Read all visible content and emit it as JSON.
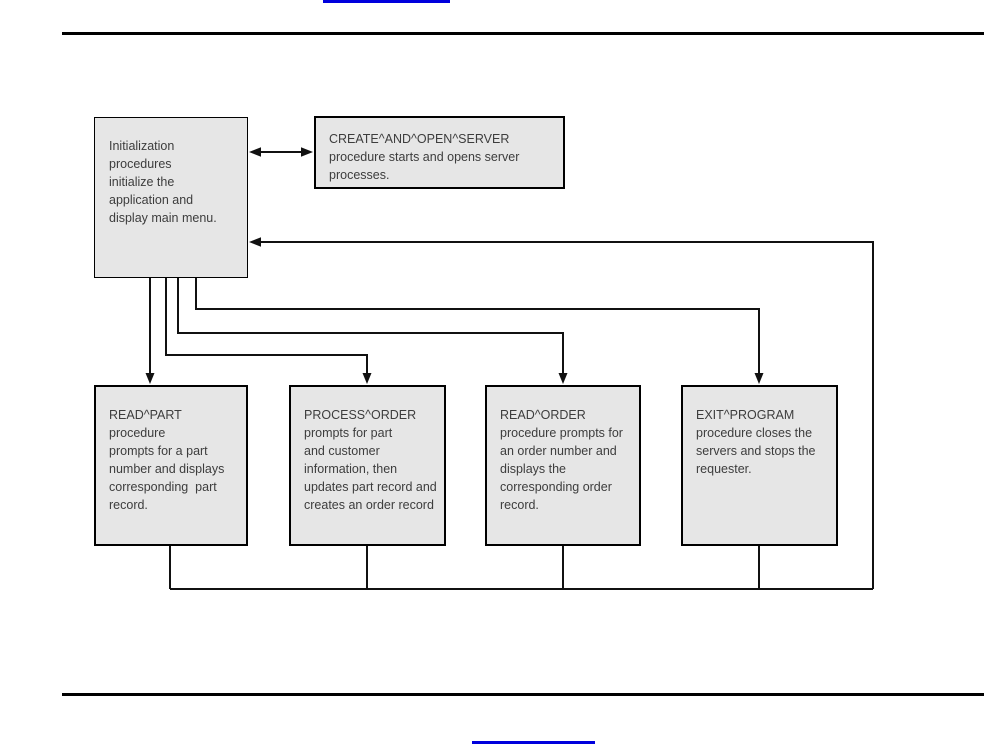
{
  "figure": {
    "description_boxes": {
      "initialization": "Initialization\nprocedures\ninitialize the\napplication and\ndisplay main menu.",
      "create_and_open_server": "CREATE^AND^OPEN^SERVER\nprocedure starts and opens server\nprocesses.",
      "read_part": "READ^PART\nprocedure\nprompts for a part\nnumber and displays\ncorresponding  part\nrecord.",
      "process_order": "PROCESS^ORDER\nprompts for part\nand customer\ninformation, then\nupdates part record and\ncreates an order record",
      "read_order": "READ^ORDER\nprocedure prompts for\nan order number and\ndisplays the\ncorresponding order\nrecord.",
      "exit_program": "EXIT^PROGRAM\nprocedure closes the\nservers and stops the\nrequester."
    },
    "colors": {
      "box_fill": "#e6e6e6",
      "box_border": "#000000",
      "connector_line": "#111111",
      "text": "#3d3d3d",
      "link_underline": "#0000dd",
      "page_rule": "#000000",
      "background": "#ffffff"
    }
  }
}
